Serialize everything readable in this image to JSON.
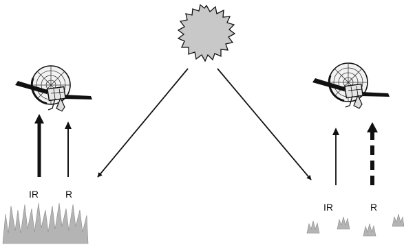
{
  "labels": {
    "left_ir": "IR",
    "left_r": "R",
    "right_ir": "IR",
    "right_r": "R"
  },
  "icons": {
    "sun": "sun-icon",
    "satellite": "satellite-icon",
    "vegetation": "grass-icon"
  },
  "colors": {
    "sun_fill": "#c8c8c8",
    "vegetation_fill": "#b4b4b4",
    "stroke": "#111111"
  }
}
